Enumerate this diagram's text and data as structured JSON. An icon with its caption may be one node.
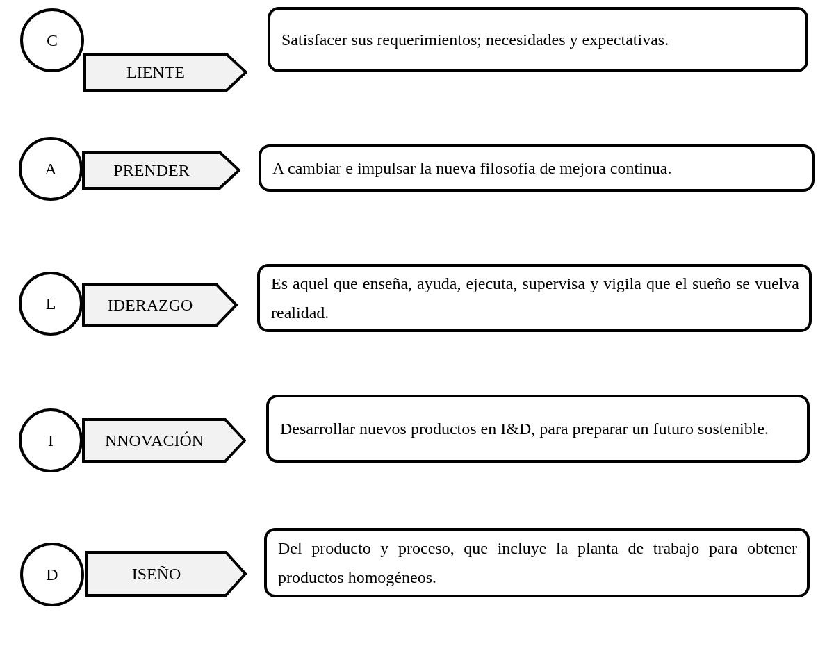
{
  "diagram": {
    "nodes": [
      {
        "text": [
          "C"
        ]
      },
      {
        "text": [
          "LIENTE"
        ]
      },
      {
        "text": [
          "Satisfacer sus requerimientos; necesidades y expectativas."
        ]
      },
      {
        "text": [
          "A"
        ]
      },
      {
        "text": [
          "PRENDER"
        ]
      },
      {
        "text": [
          "A cambiar e impulsar la nueva filosofía de mejora continua."
        ]
      },
      {
        "text": [
          "L"
        ]
      },
      {
        "text": [
          "IDERAZGO"
        ]
      },
      {
        "text": [
          "Es aquel que enseña, ayuda, ejecuta, supervisa y vigila que el sueño se vuelva realidad."
        ]
      },
      {
        "text": [
          "I"
        ]
      },
      {
        "text": [
          "NNOVACIÓN"
        ]
      },
      {
        "text": [
          "Desarrollar nuevos productos en I&D, para preparar un futuro sostenible."
        ]
      },
      {
        "text": [
          "D"
        ]
      },
      {
        "text": [
          "ISEÑO"
        ]
      },
      {
        "text": [
          "Del producto y proceso, que incluye la planta de trabajo para obtener productos homogéneos."
        ]
      }
    ]
  }
}
